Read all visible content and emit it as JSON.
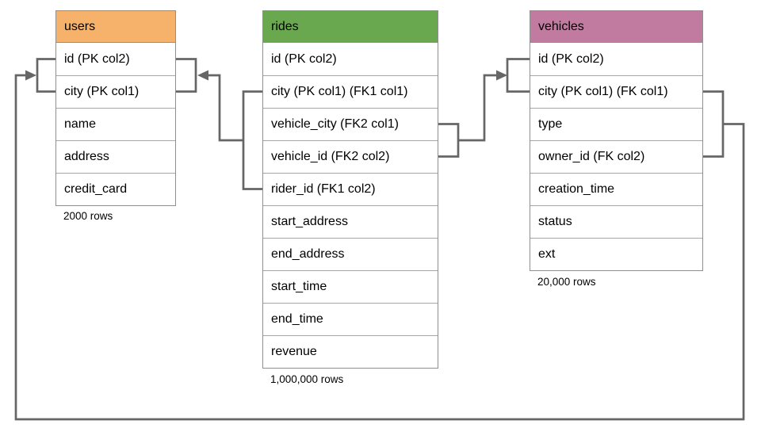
{
  "tables": [
    {
      "name": "users",
      "header_color": "#F6B26B",
      "columns": [
        "id (PK col2)",
        "city (PK col1)",
        "name",
        "address",
        "credit_card"
      ],
      "row_count": "2000 rows"
    },
    {
      "name": "rides",
      "header_color": "#6AA84F",
      "columns": [
        "id (PK col2)",
        "city (PK col1) (FK1 col1)",
        "vehicle_city (FK2 col1)",
        "vehicle_id (FK2 col2)",
        "rider_id (FK1 col2)",
        "start_address",
        "end_address",
        "start_time",
        "end_time",
        "revenue"
      ],
      "row_count": "1,000,000 rows"
    },
    {
      "name": "vehicles",
      "header_color": "#C27BA0",
      "columns": [
        "id (PK col2)",
        "city (PK col1) (FK col1)",
        "type",
        "owner_id (FK col2)",
        "creation_time",
        "status",
        "ext"
      ],
      "row_count": "20,000 rows"
    }
  ],
  "relationships": [
    {
      "label": "FK1",
      "from": "rides (city, rider_id)",
      "to": "users (id, city)"
    },
    {
      "label": "FK2",
      "from": "rides (vehicle_city, vehicle_id)",
      "to": "vehicles (id, city)"
    },
    {
      "label": "FK",
      "from": "vehicles (city, owner_id)",
      "to": "users (id, city)"
    }
  ],
  "colors": {
    "users_header": "#F6B26B",
    "rides_header": "#6AA84F",
    "vehicles_header": "#C27BA0",
    "connector": "#666666",
    "table_border": "#8F8F8F",
    "row_divider": "#A6A6A6",
    "text": "#000000",
    "background": "#FFFFFF"
  }
}
